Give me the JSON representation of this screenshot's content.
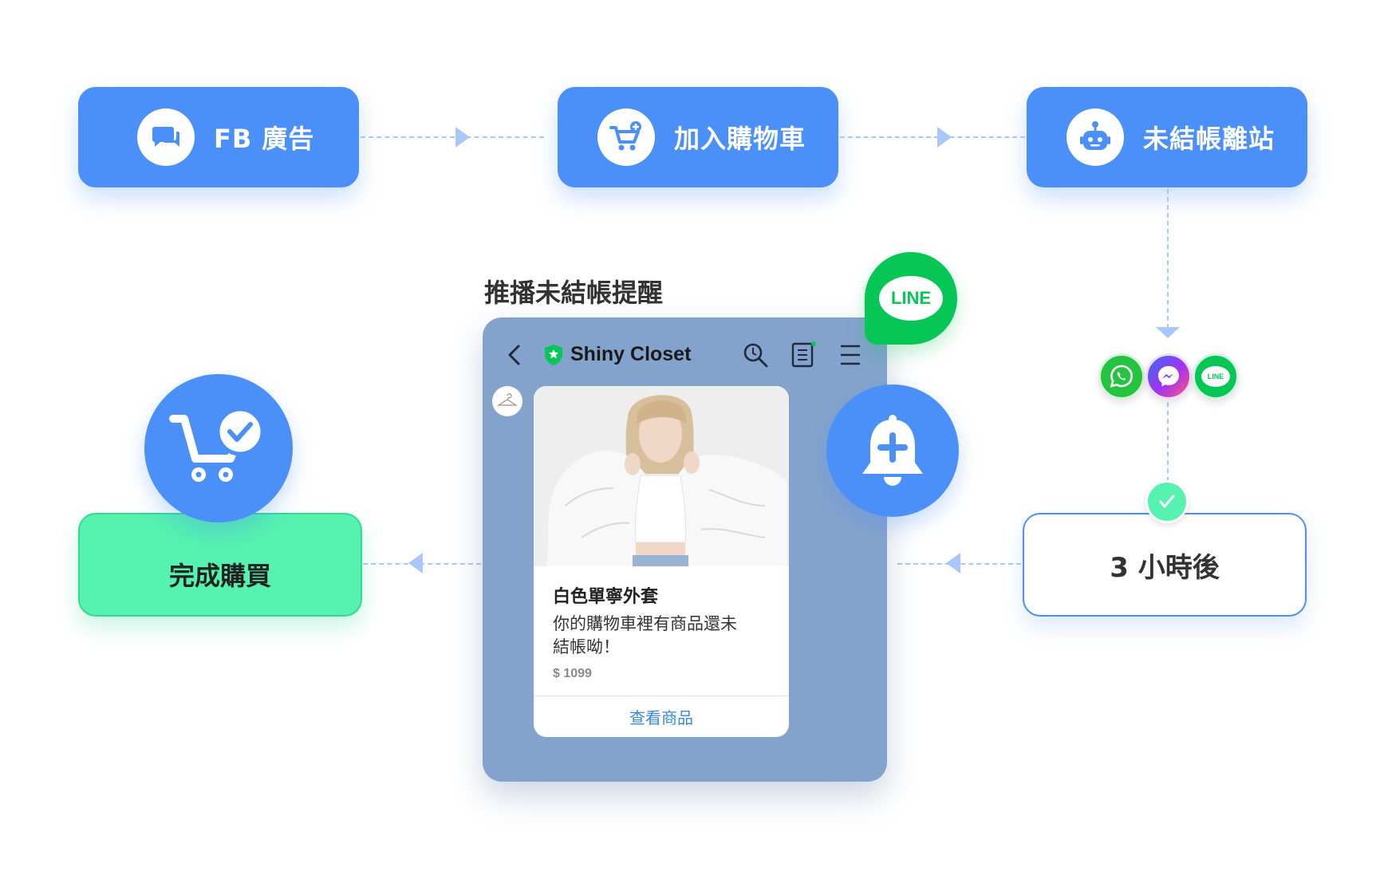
{
  "steps": {
    "fb_ad": "FB 廣告",
    "add_to_cart": "加入購物車",
    "left_unpaid": "未結帳離站",
    "after_3_hours": "3 小時後",
    "purchase_done": "完成購買"
  },
  "push_title": "推播未結帳提醒",
  "line_badge": "LINE",
  "channels": {
    "line_small": "LINE"
  },
  "chat": {
    "shop_name": "Shiny Closet",
    "product_name": "白色單寧外套",
    "message": [
      "你的購物車裡有商品還未",
      "結帳呦！"
    ],
    "price": "$ 1099",
    "view_button": "查看商品"
  },
  "colors": {
    "primary_blue": "#4b8ff8",
    "success_green": "#55f2b0",
    "line_green": "#06c755",
    "whatsapp_green": "#25c33f",
    "panel_blue": "#84a3cc",
    "link_blue": "#3a88d6"
  },
  "icons": [
    "chat-bubble-icon",
    "cart-plus-icon",
    "robot-icon",
    "cart-check-icon",
    "bell-plus-icon",
    "whatsapp-icon",
    "messenger-icon",
    "line-icon",
    "check-icon",
    "back-arrow-icon",
    "shield-icon",
    "search-icon",
    "notes-icon",
    "menu-icon"
  ]
}
